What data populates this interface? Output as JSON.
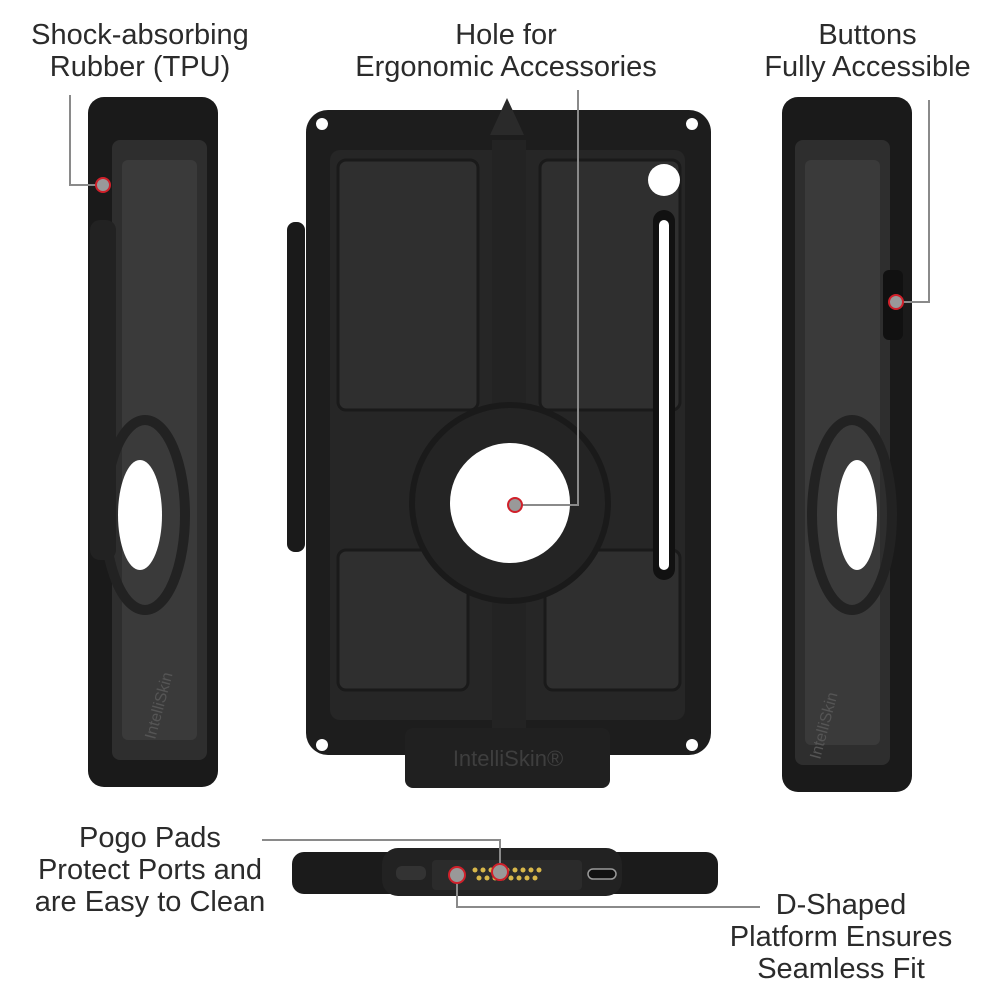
{
  "callouts": {
    "rubber": {
      "lines": [
        "Shock-absorbing",
        "Rubber (TPU)"
      ]
    },
    "hole": {
      "lines": [
        "Hole for",
        "Ergonomic Accessories"
      ]
    },
    "buttons": {
      "lines": [
        "Buttons",
        "Fully Accessible"
      ]
    },
    "pogo": {
      "lines": [
        "Pogo Pads",
        "Protect Ports and",
        "are Easy to Clean"
      ]
    },
    "platform": {
      "lines": [
        "D-Shaped",
        "Platform Ensures",
        "Seamless Fit"
      ]
    }
  },
  "brand": {
    "logo_text": "IntelliSkin®"
  },
  "colors": {
    "case": "#1c1c1c",
    "marker": "#d0202a",
    "leader": "#8a8a8a",
    "pins": "#d8b74a"
  }
}
